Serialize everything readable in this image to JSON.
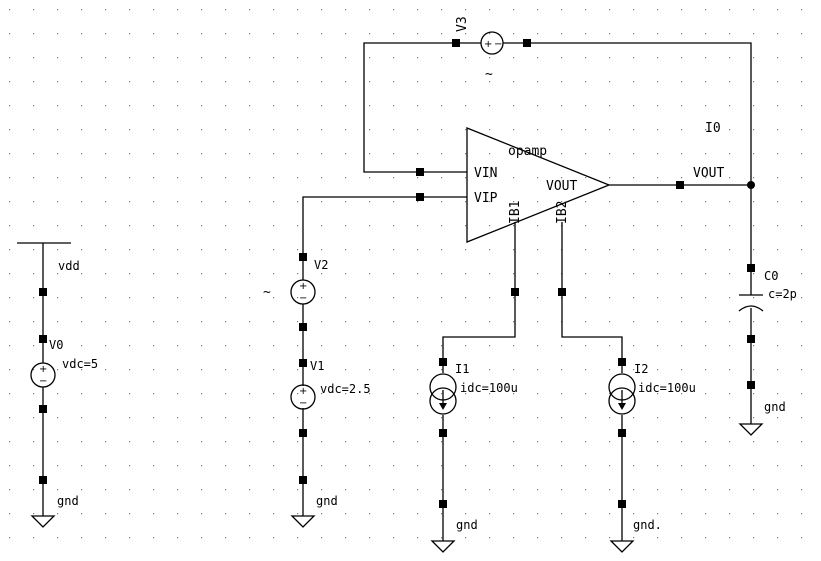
{
  "opamp": {
    "name": "opamp",
    "pin_vin": "VIN",
    "pin_vip": "VIP",
    "pin_vout": "VOUT",
    "pin_ib1": "IB1",
    "pin_ib2": "IB2"
  },
  "net_vout": "VOUT",
  "sources": {
    "v0": {
      "name": "V0",
      "param": "vdc=5"
    },
    "v1": {
      "name": "V1",
      "param": "vdc=2.5"
    },
    "v2": {
      "name": "V2"
    },
    "v3": {
      "name": "V3"
    }
  },
  "current_sources": {
    "i1": {
      "name": "I1",
      "param": "idc=100u"
    },
    "i2": {
      "name": "I2",
      "param": "idc=100u"
    }
  },
  "instance_i0": "I0",
  "capacitor": {
    "name": "C0",
    "param": "c=2p"
  },
  "supplies": {
    "vdd": "vdd",
    "gnd_v0": "gnd",
    "gnd_v1": "gnd",
    "gnd_i1": "gnd",
    "gnd_i2": "gnd.",
    "gnd_c0": "gnd"
  },
  "glyphs": {
    "plus": "+",
    "minus": "−",
    "tilde": "~"
  }
}
